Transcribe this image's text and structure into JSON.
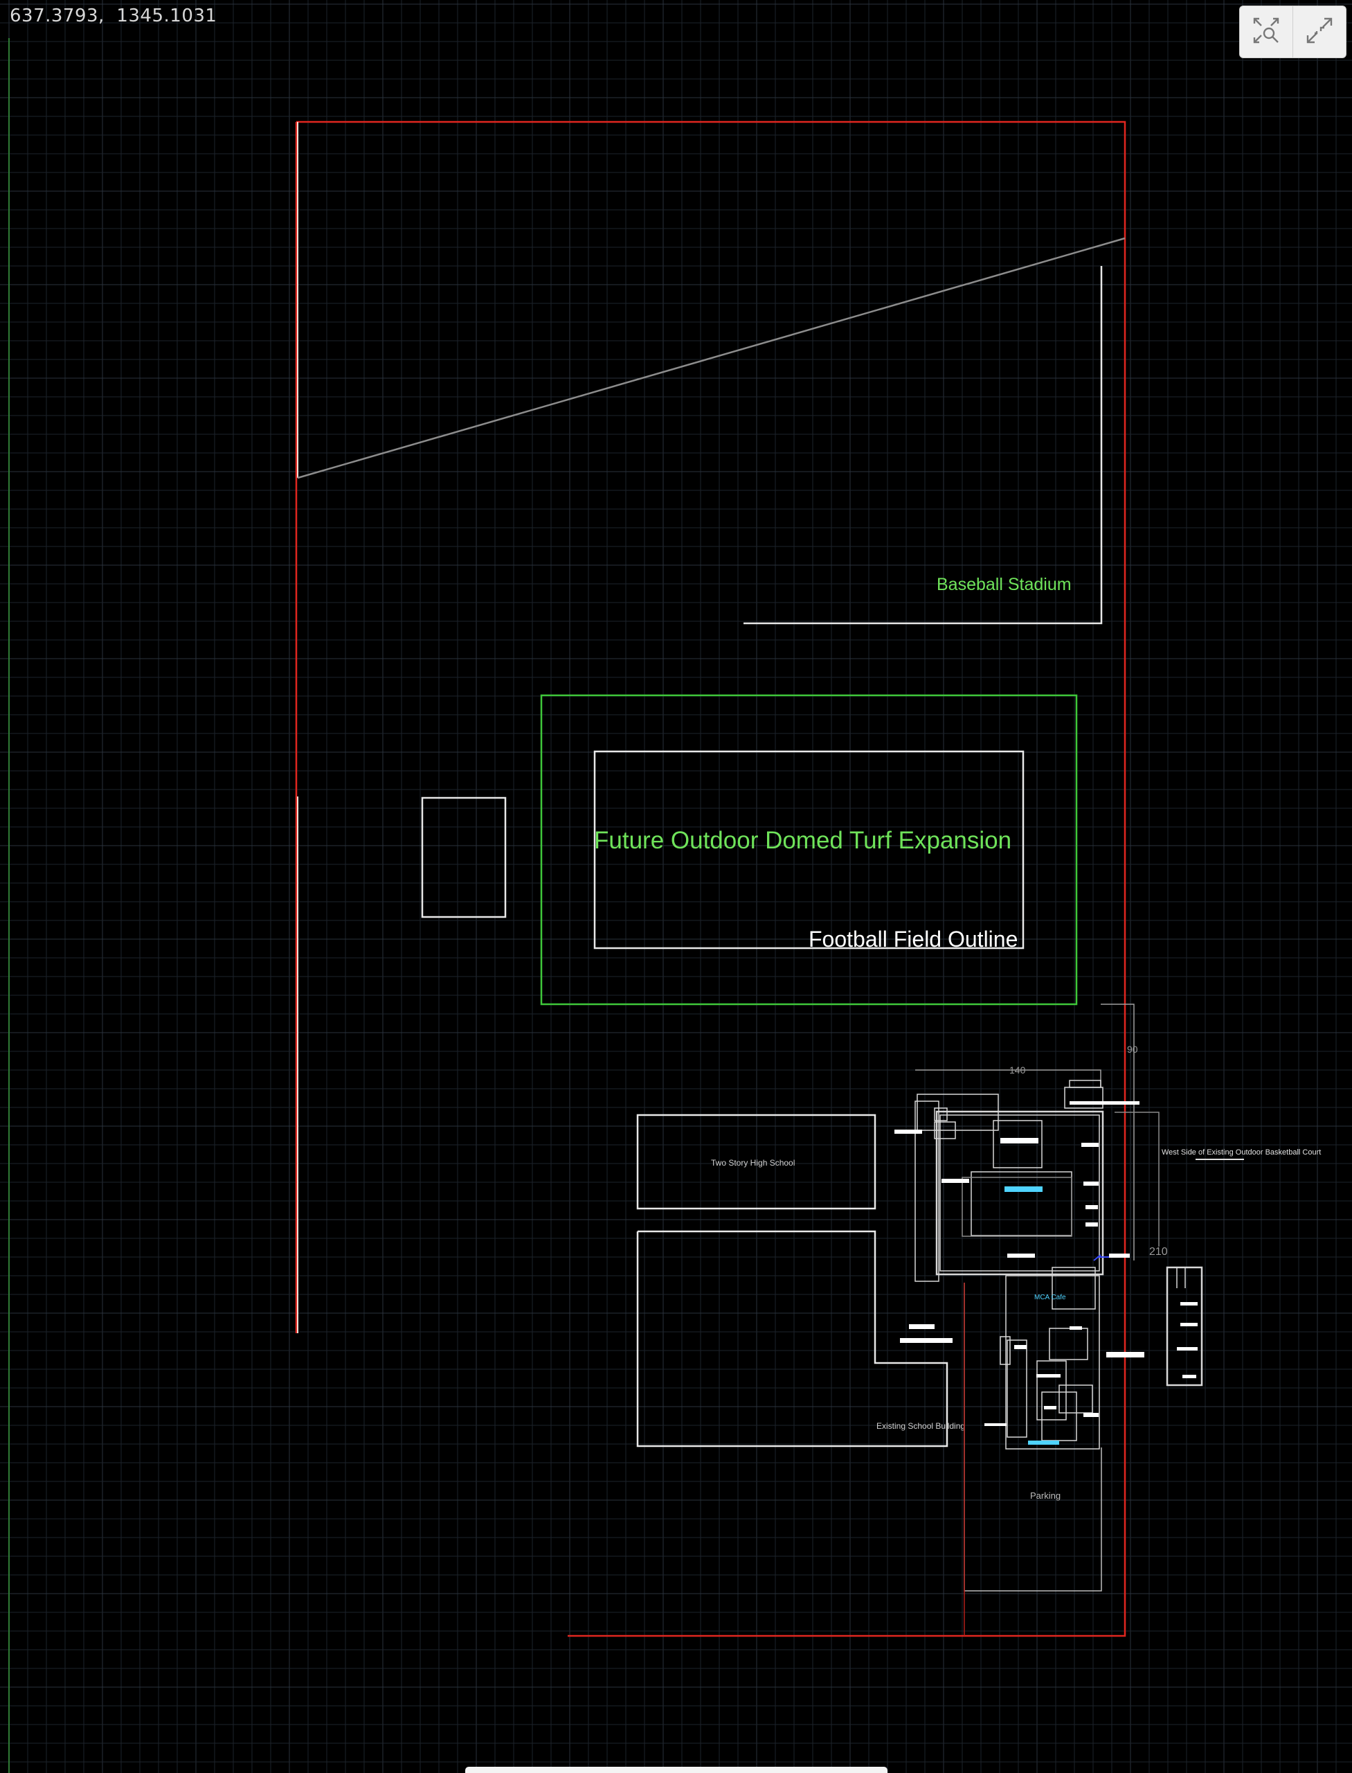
{
  "viewer": {
    "coordinate_readout": "637.3793,  1345.1031",
    "toolbar": {
      "zoom_extents_icon": "zoom-extents-icon",
      "exit_fullscreen_icon": "exit-fullscreen-icon"
    }
  },
  "drawing": {
    "labels": {
      "baseball_stadium": "Baseball Stadium",
      "future_dome": "Future Outdoor Domed Turf Expansion",
      "football_field": "Football Field Outline",
      "two_story": "Two Story High School",
      "existing_school": "Existing School Building",
      "basketball_court": "West Side of Existing Outdoor Basketball Court",
      "parking": "Parking",
      "mca_cafe": "MCA Cafe",
      "dim_140": "140",
      "dim_90": "90",
      "dim_210": "210"
    },
    "colors": {
      "background": "#000000",
      "grid_minor": "#1d232b",
      "grid_major": "#2a323d",
      "property_line": "#e0261f",
      "dome_outline": "#3fc73a",
      "label_green": "#6fe35a",
      "outline_white": "#e9e9e9",
      "accent_cyan": "#4fd3ff"
    }
  }
}
